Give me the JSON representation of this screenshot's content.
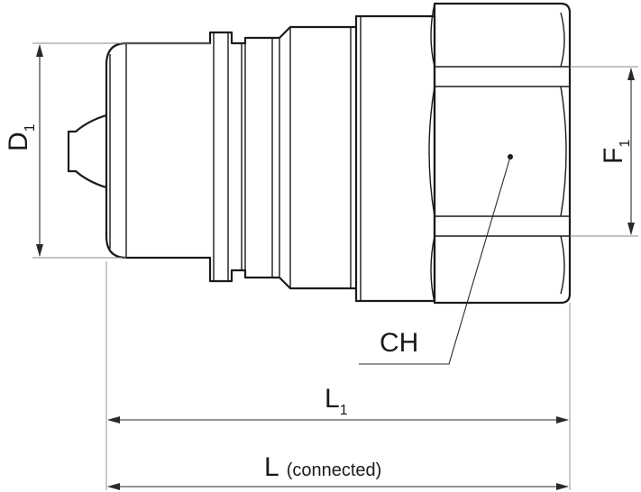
{
  "labels": {
    "d1_main": "D",
    "d1_sub": "1",
    "f1_main": "F",
    "f1_sub": "1",
    "ch": "CH",
    "l1_main": "L",
    "l1_sub": "1",
    "l_main": "L",
    "l_note": "(connected)"
  },
  "colors": {
    "stroke": "#1a1a1a",
    "extension": "#8a8a8a",
    "background": "#ffffff"
  }
}
